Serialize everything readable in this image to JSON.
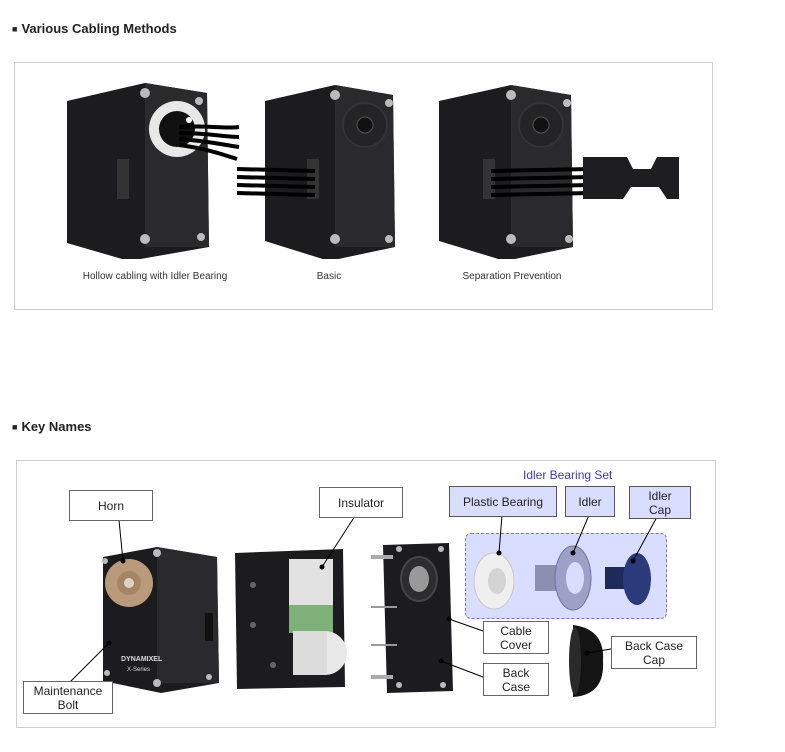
{
  "section1": {
    "title": "Various Cabling Methods",
    "captions": [
      "Hollow cabling with Idler Bearing",
      "Basic",
      "Separation Prevention"
    ]
  },
  "section2": {
    "title": "Key Names",
    "idler_set_title": "Idler Bearing Set",
    "labels": {
      "horn": "Horn",
      "insulator": "Insulator",
      "plastic_bearing": "Plastic Bearing",
      "idler": "Idler",
      "idler_cap_line1": "Idler",
      "idler_cap_line2": "Cap",
      "cable_cover_line1": "Cable",
      "cable_cover_line2": "Cover",
      "back_case_line1": "Back",
      "back_case_line2": "Case",
      "back_case_cap_line1": "Back Case",
      "back_case_cap_line2": "Cap",
      "maintenance_bolt_line1": "Maintenance",
      "maintenance_bolt_line2": "Bolt"
    },
    "device_text": {
      "brand": "DYNAMIXEL",
      "series": "X-Series"
    }
  },
  "colors": {
    "servo_body": "#1c1c1e",
    "idler_set_bg": "#d9ddff",
    "idler_title": "#3a3ac0"
  }
}
